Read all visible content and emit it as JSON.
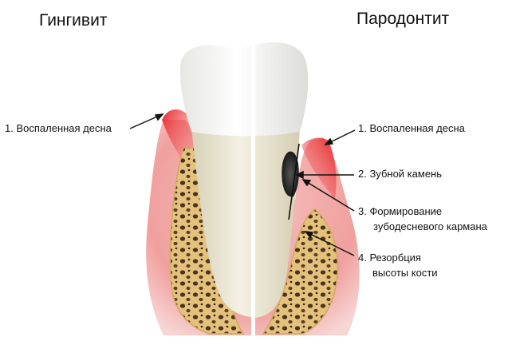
{
  "headings": {
    "left": "Гингивит",
    "right": "Пародонтит"
  },
  "labels": {
    "left_1": "1. Воспаленная десна",
    "right_1": "1. Воспаленная десна",
    "right_2": "2. Зубной камень",
    "right_3_line1": "3. Формирование",
    "right_3_line2": "зубодесневого кармана",
    "right_4_line1": "4. Резорбция",
    "right_4_line2": "высоты кости"
  },
  "colors": {
    "gum": "#f3a7a6",
    "gum_inflamed": "#e8262b",
    "bone": "#e2c07a",
    "bone_holes": "#3b2a1a",
    "tooth_crown": "#f4f4f1",
    "tooth_root": "#ede8d6",
    "calculus": "#2a2a2a"
  }
}
